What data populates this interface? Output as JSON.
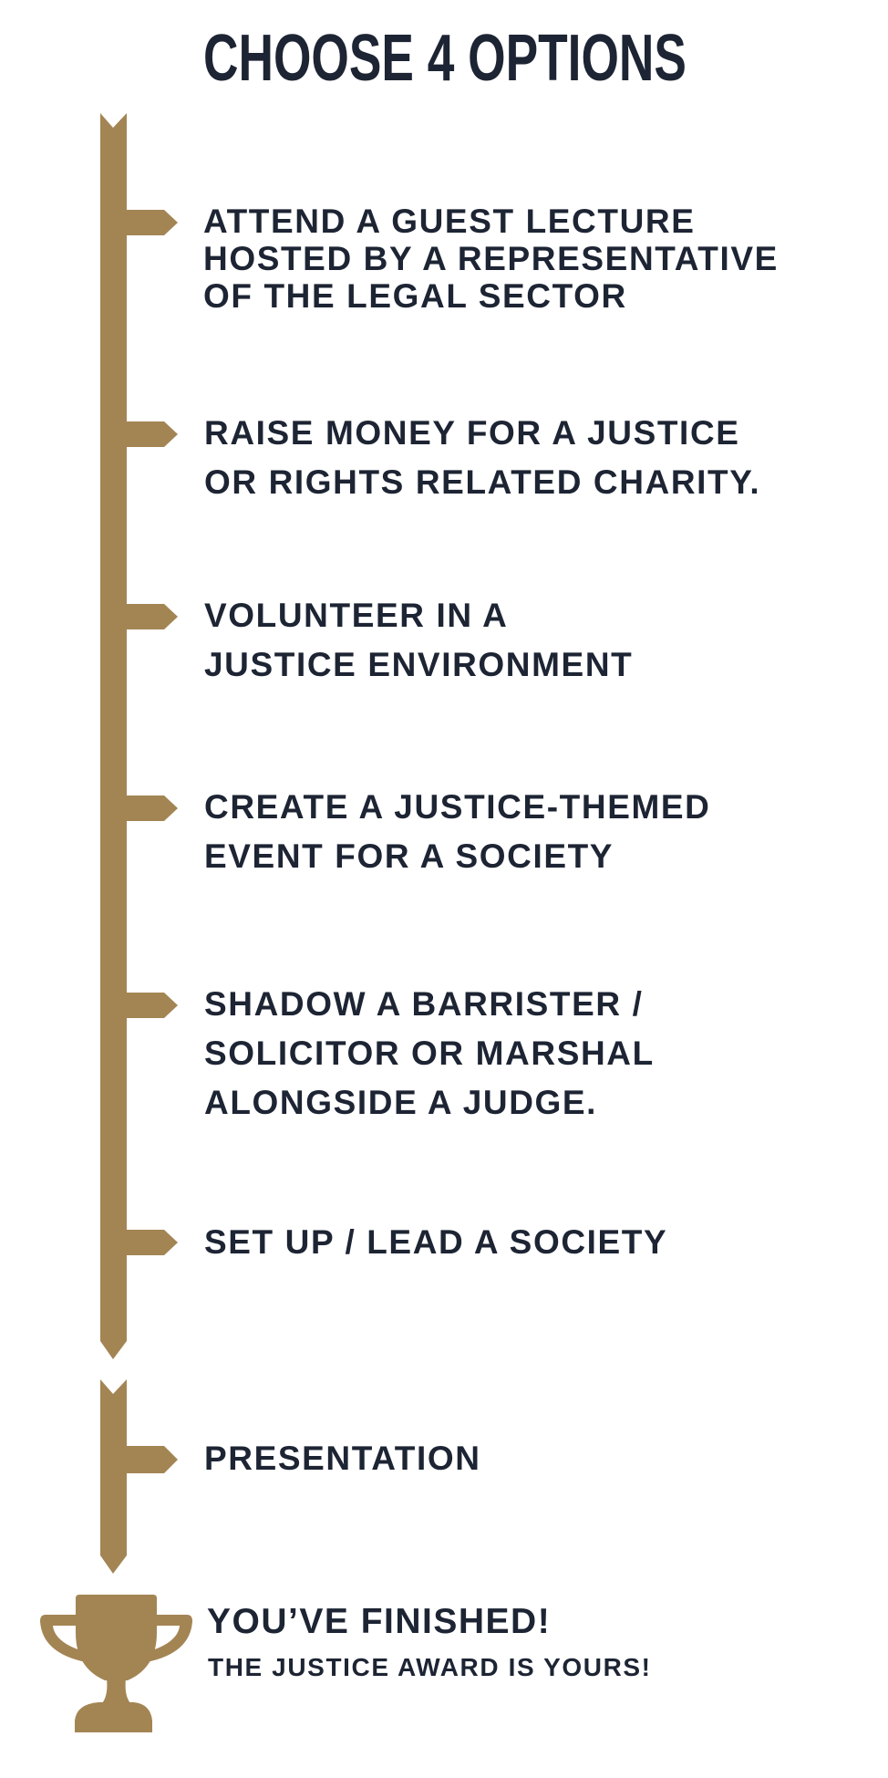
{
  "title": "CHOOSE 4 OPTIONS",
  "options": [
    {
      "text": "ATTEND A GUEST LECTURE\nHOSTED BY A REPRESENTATIVE\nOF THE LEGAL SECTOR"
    },
    {
      "text": "RAISE MONEY FOR A JUSTICE\nOR RIGHTS RELATED CHARITY."
    },
    {
      "text": "VOLUNTEER IN A\nJUSTICE ENVIRONMENT"
    },
    {
      "text": "CREATE A JUSTICE-THEMED\nEVENT FOR A SOCIETY"
    },
    {
      "text": "SHADOW A BARRISTER /\nSOLICITOR OR MARSHAL\nALONGSIDE A JUDGE."
    },
    {
      "text": "SET UP / LEAD A SOCIETY"
    }
  ],
  "final_step": {
    "text": "PRESENTATION"
  },
  "finish": {
    "title": "YOU’VE FINISHED!",
    "subtitle": "THE JUSTICE AWARD IS YOURS!"
  },
  "colors": {
    "accent": "#a38554",
    "text": "#1d2433"
  },
  "icons": [
    "arrow-timeline",
    "trophy-icon"
  ]
}
